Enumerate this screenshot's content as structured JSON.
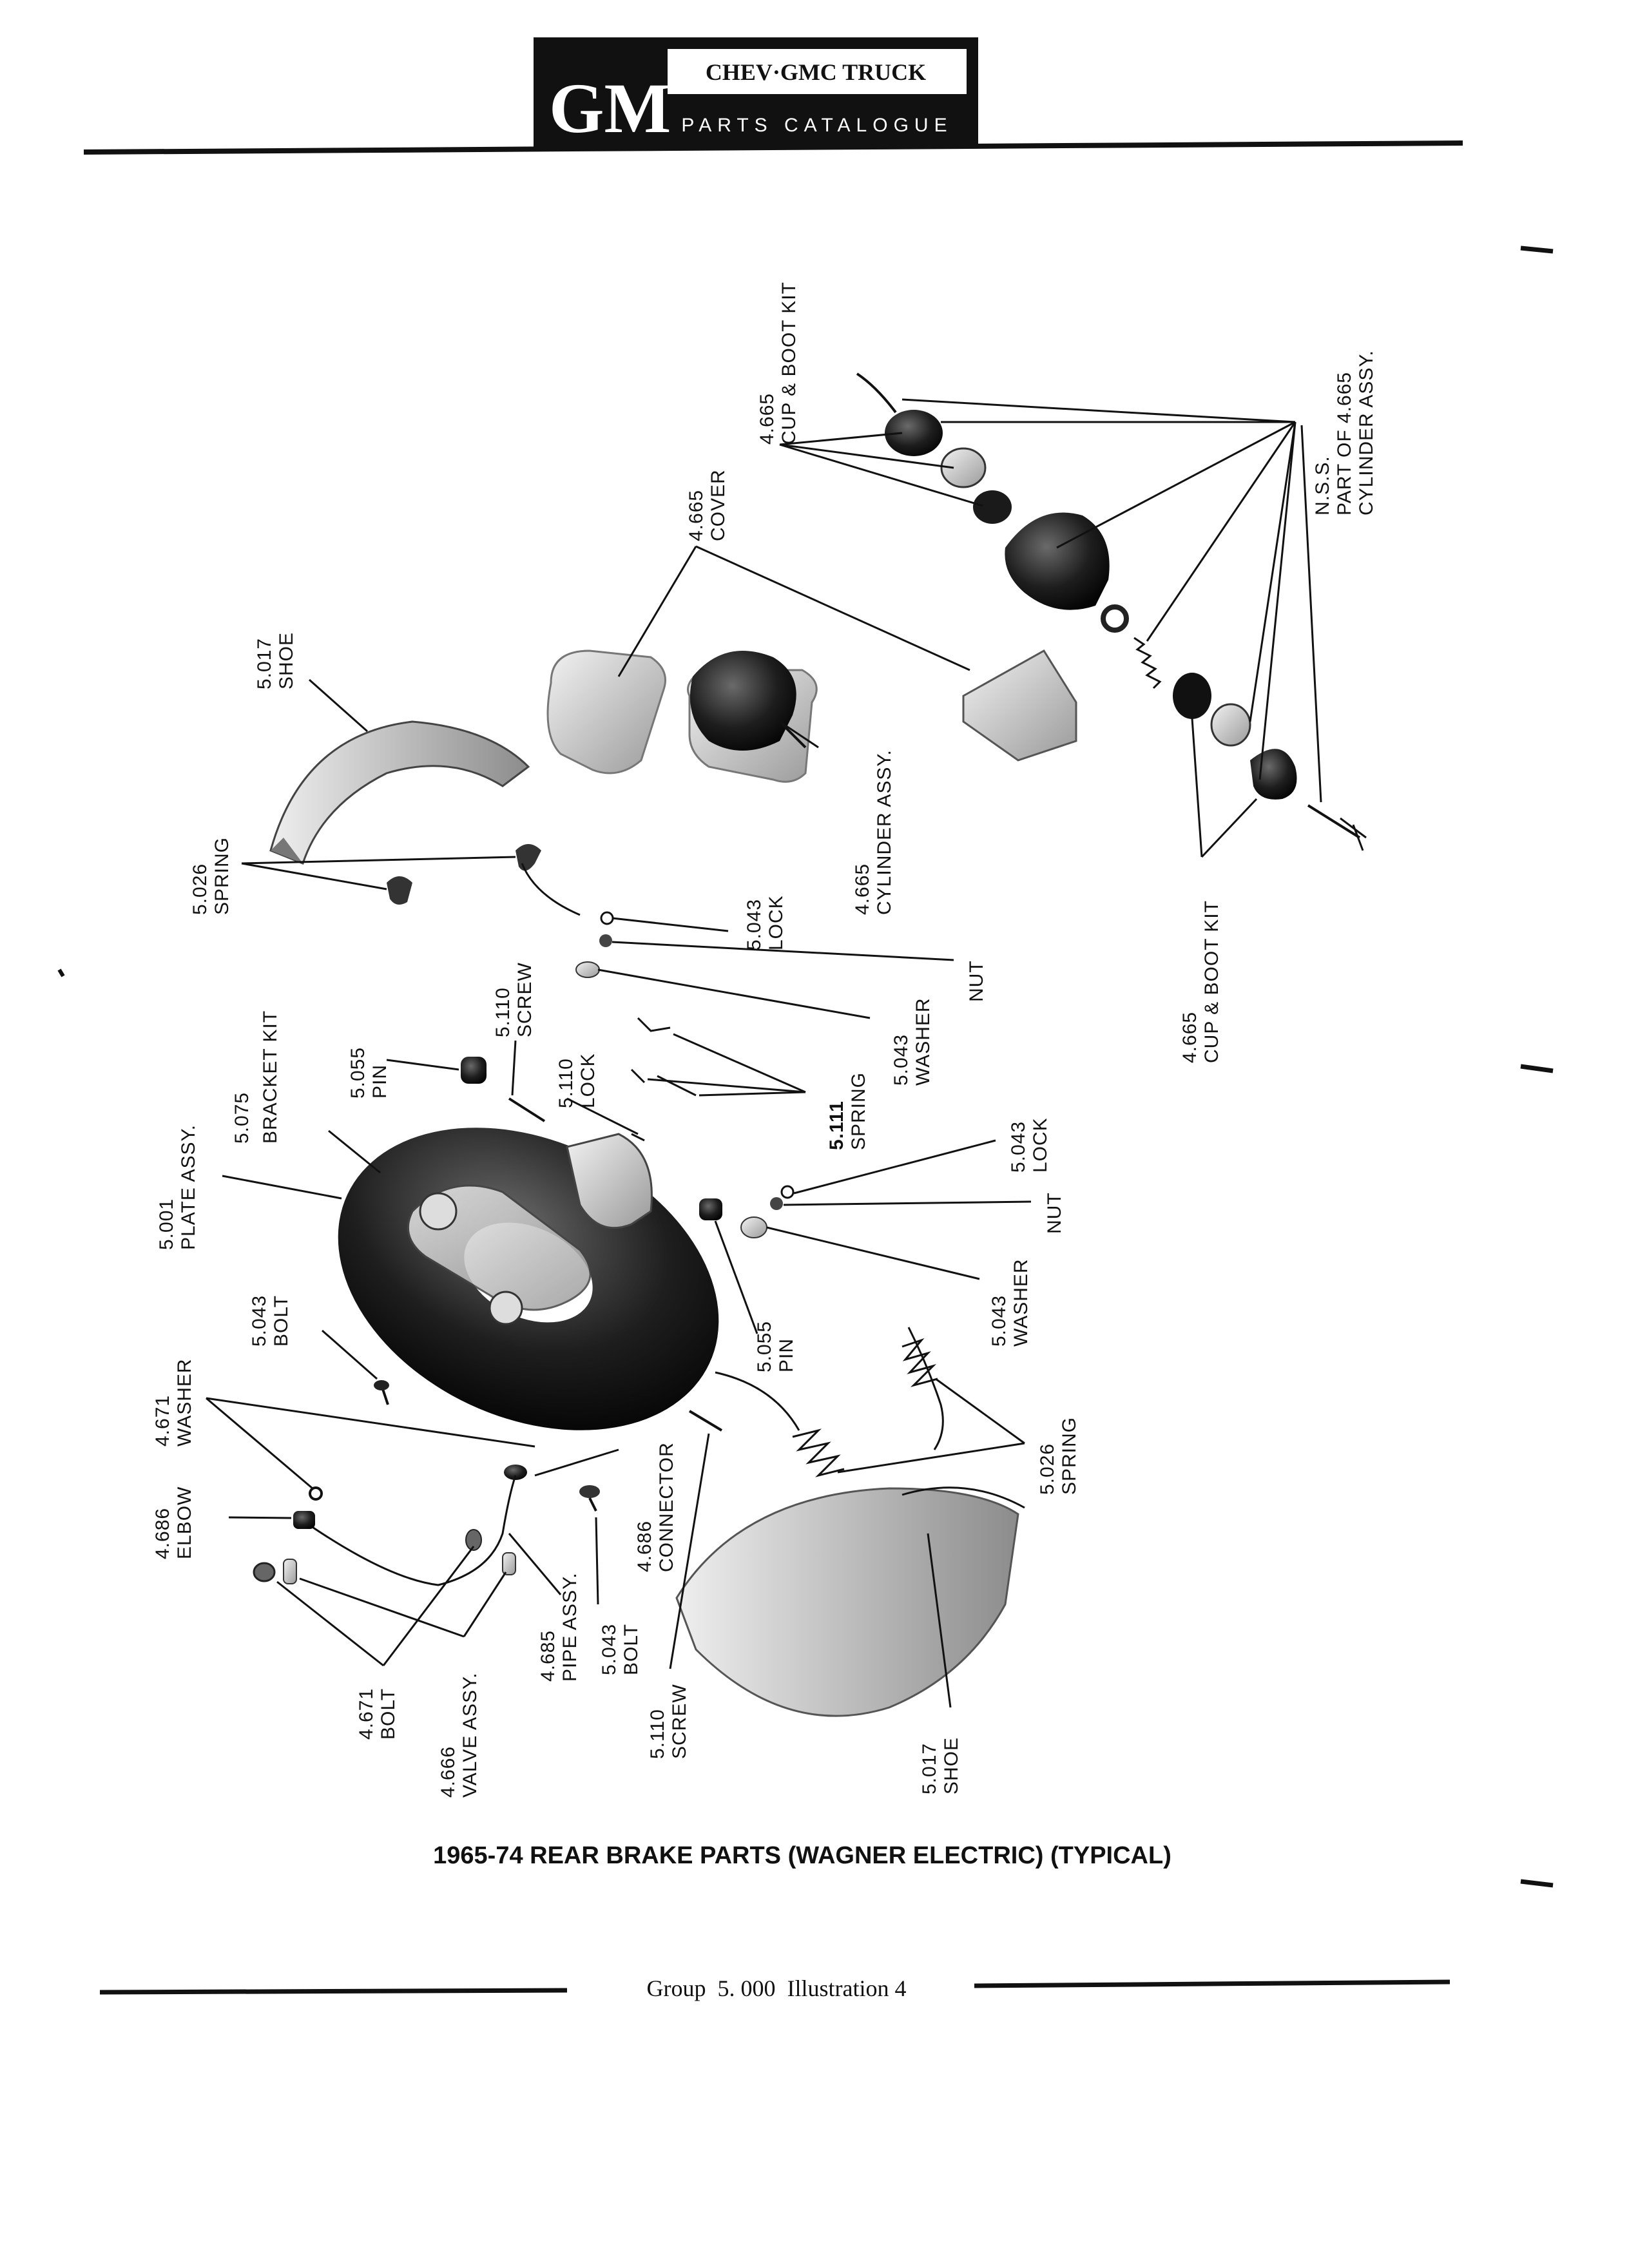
{
  "header": {
    "logo": "GM",
    "title": "CHEV·GMC TRUCK",
    "subtitle": "PARTS CATALOGUE"
  },
  "diagram": {
    "labels": {
      "cup_boot_top": [
        "4.665",
        "CUP & BOOT KIT"
      ],
      "nss": [
        "N.S.S.",
        "PART OF 4.665",
        "CYLINDER ASSY."
      ],
      "cover": [
        "4.665",
        "COVER"
      ],
      "cylinder": [
        "4.665",
        "CYLINDER ASSY."
      ],
      "shoe_top": [
        "5.017",
        "SHOE"
      ],
      "spring_top": [
        "5.026",
        "SPRING"
      ],
      "lock_top": [
        "5.043",
        "LOCK"
      ],
      "nut_top": [
        "NUT"
      ],
      "washer_top": [
        "5.043",
        "WASHER"
      ],
      "screw_top": [
        "5.110",
        "SCREW"
      ],
      "lock_110": [
        "5.110",
        "LOCK"
      ],
      "spring_111": [
        "5.111",
        "SPRING"
      ],
      "bracket_kit": [
        "5.075",
        "BRACKET KIT"
      ],
      "pin_top": [
        "5.055",
        "PIN"
      ],
      "plate": [
        "5.001",
        "PLATE ASSY."
      ],
      "bolt_043": [
        "5.043",
        "BOLT"
      ],
      "cup_boot_right": [
        "4.665",
        "CUP & BOOT KIT"
      ],
      "lock_right": [
        "5.043",
        "LOCK"
      ],
      "nut_right": [
        "NUT"
      ],
      "washer_right": [
        "5.043",
        "WASHER"
      ],
      "pin_mid": [
        "5.055",
        "PIN"
      ],
      "spring_bottom": [
        "5.026",
        "SPRING"
      ],
      "washer_671": [
        "4.671",
        "WASHER"
      ],
      "elbow": [
        "4.686",
        "ELBOW"
      ],
      "connector": [
        "4.686",
        "CONNECTOR"
      ],
      "pipe": [
        "4.685",
        "PIPE ASSY."
      ],
      "bolt_mid": [
        "5.043",
        "BOLT"
      ],
      "bolt_671": [
        "4.671",
        "BOLT"
      ],
      "valve": [
        "4.666",
        "VALVE ASSY."
      ],
      "screw_bottom": [
        "5.110",
        "SCREW"
      ],
      "shoe_bottom": [
        "5.017",
        "SHOE"
      ]
    }
  },
  "caption": "1965-74 REAR BRAKE PARTS (WAGNER ELECTRIC) (TYPICAL)",
  "footer": "Group  5. 000  Illustration 4"
}
